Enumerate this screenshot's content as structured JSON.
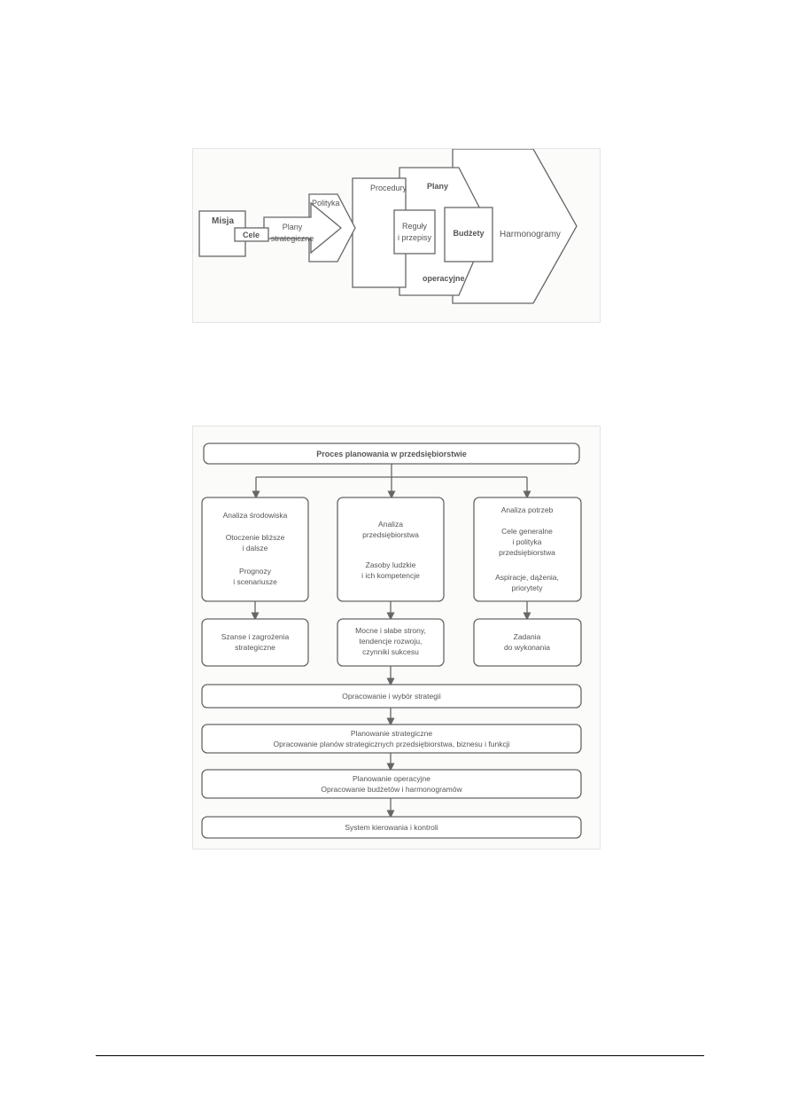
{
  "figure1": {
    "misja": "Misja",
    "cele": "Cele",
    "plany_strategiczne": [
      "Plany",
      "strategiczne"
    ],
    "polityka": "Polityka",
    "procedury": "Procedury",
    "reguly": [
      "Reguły",
      "i przepisy"
    ],
    "plany": "Plany",
    "budzety": "Budżety",
    "operacyjne": "operacyjne",
    "harmonogramy": "Harmonogramy"
  },
  "figure2": {
    "title": "Proces planowania w przedsiębiorstwie",
    "col1": {
      "heading": "Analiza środowiska",
      "item1": [
        "Otoczenie bliższe",
        "i dalsze"
      ],
      "item2": [
        "Prognozy",
        "i scenariusze"
      ],
      "result": [
        "Szanse i zagrożenia",
        "strategiczne"
      ]
    },
    "col2": {
      "heading": [
        "Analiza",
        "przedsiębiorstwa"
      ],
      "item1": [
        "Zasoby ludzkie",
        "i ich kompetencje"
      ],
      "result": [
        "Mocne i słabe strony,",
        "tendencje rozwoju,",
        "czynniki sukcesu"
      ]
    },
    "col3": {
      "heading": "Analiza potrzeb",
      "item1": [
        "Cele generalne",
        "i polityka",
        "przedsiębiorstwa"
      ],
      "item2": [
        "Aspiracje, dążenia,",
        "priorytety"
      ],
      "result": [
        "Zadania",
        "do wykonania"
      ]
    },
    "strategy": "Opracowanie i wybór strategii",
    "strategic_planning": [
      "Planowanie strategiczne",
      "Opracowanie planów strategicznych przedsiębiorstwa, biznesu i funkcji"
    ],
    "operational_planning": [
      "Planowanie operacyjne",
      "Opracowanie budżetów i harmonogramów"
    ],
    "control": "System kierowania i kontroli"
  }
}
